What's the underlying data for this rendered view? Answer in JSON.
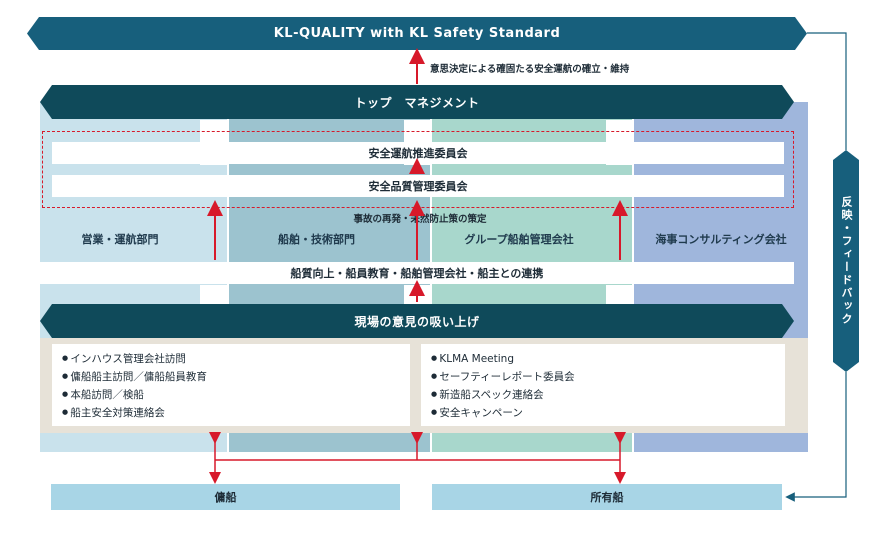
{
  "top_banner": "KL-QUALITY with KL Safety Standard",
  "top_note": "意思決定による確固たる安全運航の確立・維持",
  "management_banner": "トップ　マネジメント",
  "committees": [
    "安全運航推進委員会",
    "安全品質管理委員会"
  ],
  "prevention_note": "事故の再発・未然防止策の策定",
  "departments": [
    "営業・運航部門",
    "船舶・技術部門",
    "グループ船舶管理会社",
    "海事コンサルティング会社"
  ],
  "collaboration_bar": "船質向上・船員教育・船舶管理会社・船主との連携",
  "field_banner": "現場の意見の吸い上げ",
  "left_list": [
    "インハウス管理会社訪問",
    "傭船船主訪問／傭船船員教育",
    "本船訪問／検船",
    "船主安全対策連絡会"
  ],
  "right_list": [
    "KLMA Meeting",
    "セーフティーレポート委員会",
    "新造船スペック連絡会",
    "安全キャンペーン"
  ],
  "feedback_band": "反映・フィードバック",
  "bottom_left": "傭船",
  "bottom_right": "所有船",
  "colors": {
    "banner_blue": "#175f7c",
    "dark_teal": "#0f4a5a",
    "col1": "#c9e2ec",
    "col2": "#9cc3cf",
    "col3": "#a8d7cc",
    "col4": "#9fb6dc",
    "arrow_red": "#d7192a"
  }
}
